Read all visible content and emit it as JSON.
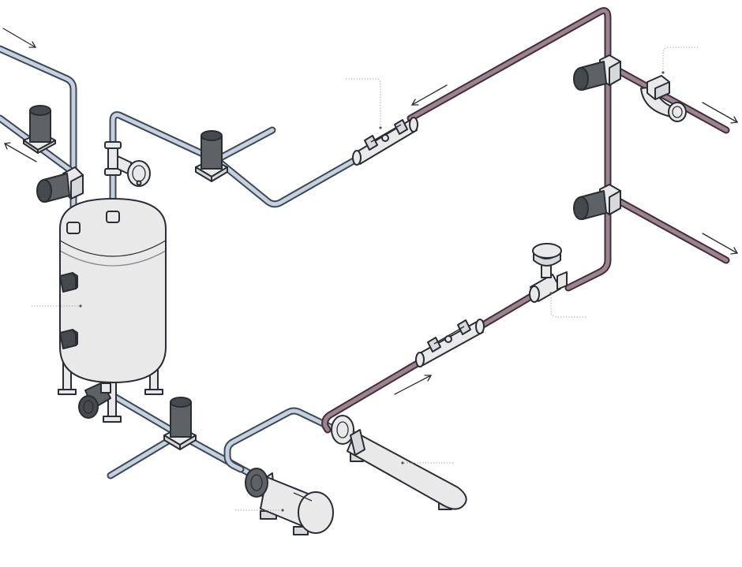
{
  "diagram": {
    "colors": {
      "cold_pipe": "#c3d1e1",
      "hot_pipe": "#9c8390",
      "equipment": "#e9e9ea",
      "actuator": "#5e6166",
      "outline": "#2a2d33"
    },
    "nodes": [
      {
        "id": "storage-tank",
        "icon": "vertical-tank"
      },
      {
        "id": "circulation-pump",
        "icon": "pump"
      },
      {
        "id": "heat-exchanger",
        "icon": "horizontal-exchanger"
      },
      {
        "id": "control-valve",
        "icon": "diaphragm-valve"
      },
      {
        "id": "steam-trap",
        "icon": "steam-trap"
      },
      {
        "id": "inline-meter-upper",
        "icon": "inline-meter"
      },
      {
        "id": "inline-meter-lower",
        "icon": "inline-meter"
      },
      {
        "id": "tank-top-valve",
        "icon": "diaphragm-valve"
      },
      {
        "id": "isolation-valves",
        "icon": "motorized-valve"
      }
    ],
    "flows": [
      {
        "id": "cold-inlet-top-left",
        "icon": "arrow-right-down"
      },
      {
        "id": "return-outlet-left",
        "icon": "arrow-left-up"
      },
      {
        "id": "upper-return-flow",
        "icon": "arrow-left-down"
      },
      {
        "id": "hot-outlet-right-top",
        "icon": "arrow-right-down"
      },
      {
        "id": "hot-outlet-right-mid",
        "icon": "arrow-right-down"
      },
      {
        "id": "supply-flow-lower",
        "icon": "arrow-right-up"
      }
    ]
  }
}
